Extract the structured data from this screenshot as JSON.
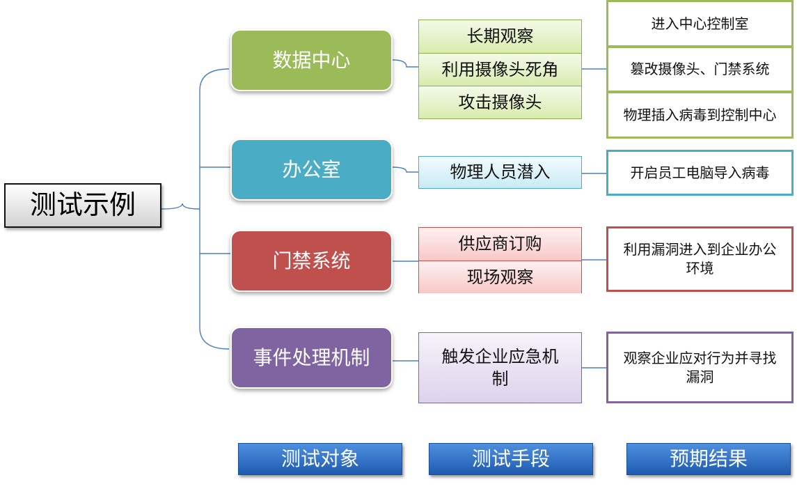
{
  "root": {
    "label": "测试示例"
  },
  "branches": [
    {
      "category": "数据中心",
      "methods": [
        "长期观察",
        "利用摄像头死角",
        "攻击摄像头"
      ],
      "results": [
        "进入中心控制室",
        "篡改摄像头、门禁系统",
        "物理插入病毒到控制中心"
      ]
    },
    {
      "category": "办公室",
      "methods": [
        "物理人员潜入"
      ],
      "results": [
        "开启员工电脑导入病毒"
      ]
    },
    {
      "category": "门禁系统",
      "methods": [
        "供应商订购",
        "现场观察"
      ],
      "results": [
        "利用漏洞进入到企业办公环境"
      ]
    },
    {
      "category": "事件处理机制",
      "methods": [
        "触发企业应急机制"
      ],
      "results": [
        "观察企业应对行为并寻找漏洞"
      ]
    }
  ],
  "footer": {
    "labels": [
      "测试对象",
      "测试手段",
      "预期结果"
    ]
  },
  "colors": {
    "green": "#9bbb59",
    "teal": "#4bacc6",
    "red": "#c0504d",
    "purple": "#8064a2",
    "footer_blue": "#2e6fc8",
    "connector": "#4a7ebb"
  }
}
